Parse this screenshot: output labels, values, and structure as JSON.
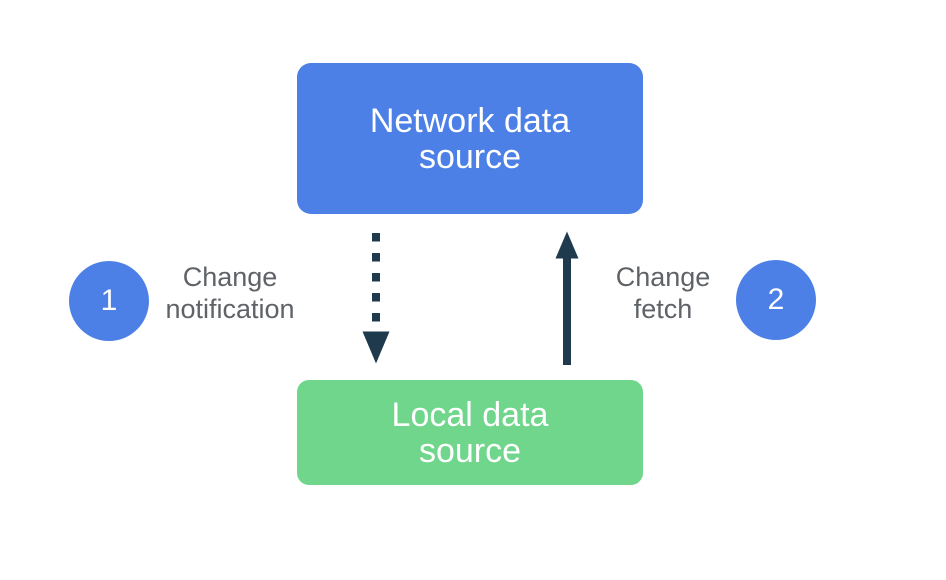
{
  "colors": {
    "box-blue": "#4D80E6",
    "box-green": "#6FD68C",
    "arrow-navy": "#1F3A4C",
    "label-gray": "#5F6368",
    "box-text": "#FFFFFF",
    "background": "#FFFFFF"
  },
  "diagram": {
    "network_box": {
      "label": "Network data source",
      "line1": "Network data",
      "line2": "source"
    },
    "local_box": {
      "label": "Local data source",
      "line1": "Local data",
      "line2": "source"
    },
    "step1": {
      "badge": "1",
      "label": "Change notification",
      "line1": "Change",
      "line2": "notification"
    },
    "step2": {
      "badge": "2",
      "label": "Change fetch",
      "line1": "Change",
      "line2": "fetch"
    },
    "arrows": [
      {
        "name": "change-notification",
        "style": "dotted",
        "direction": "down"
      },
      {
        "name": "change-fetch",
        "style": "solid",
        "direction": "up"
      }
    ]
  }
}
